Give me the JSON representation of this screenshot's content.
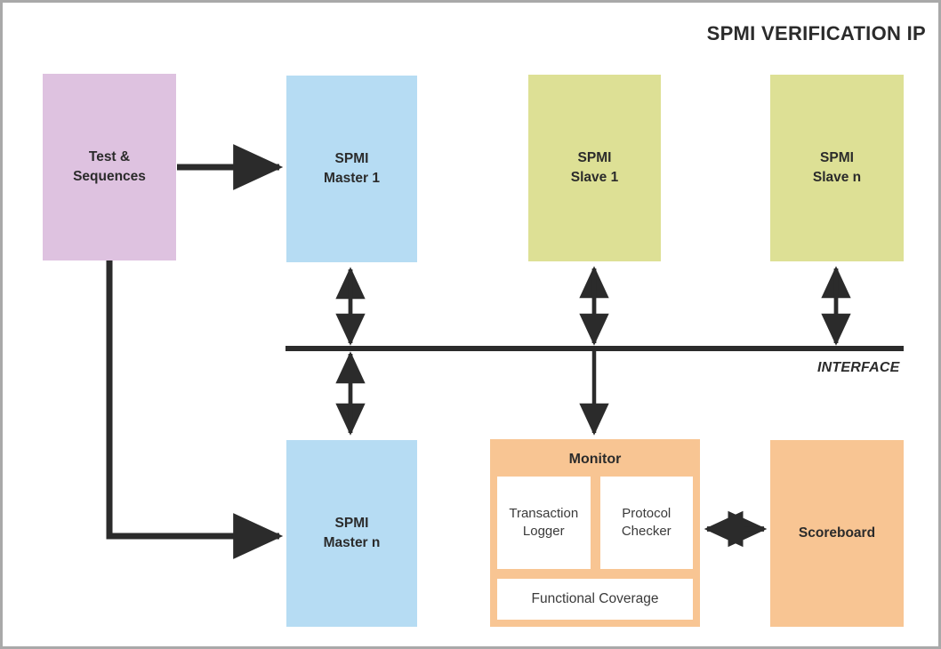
{
  "diagram": {
    "title": "SPMI VERIFICATION IP",
    "interface_label": "INTERFACE",
    "colors": {
      "purple": "#dec2e0",
      "blue": "#b6dcf3",
      "green": "#dde095",
      "orange": "#f8c593",
      "line": "#2b2b2b",
      "border": "#a9a9a9",
      "background": "#ffffff"
    },
    "blocks": {
      "test_sequences": {
        "line1": "Test &",
        "line2": "Sequences"
      },
      "master_1": {
        "line1": "SPMI",
        "line2": "Master 1"
      },
      "master_n": {
        "line1": "SPMI",
        "line2": "Master n"
      },
      "slave_1": {
        "line1": "SPMI",
        "line2": "Slave 1"
      },
      "slave_n": {
        "line1": "SPMI",
        "line2": "Slave n"
      },
      "scoreboard": {
        "line1": "Scoreboard",
        "line2": ""
      },
      "monitor": {
        "title": "Monitor",
        "transaction_logger": "Transaction Logger",
        "protocol_checker": "Protocol Checker",
        "functional_coverage": "Functional Coverage"
      }
    }
  }
}
